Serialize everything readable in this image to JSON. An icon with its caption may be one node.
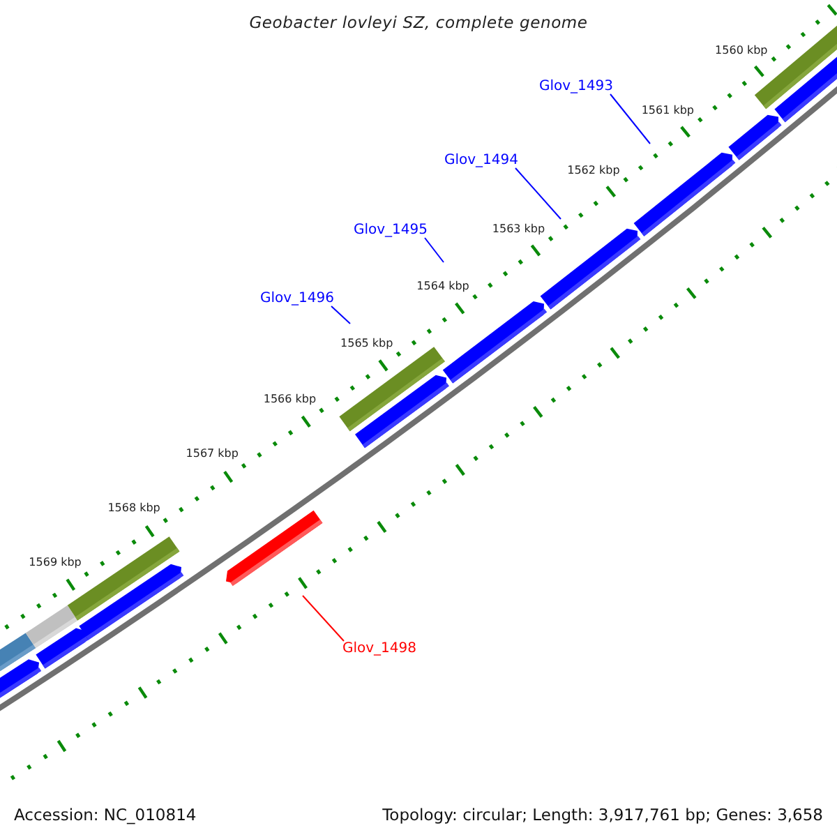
{
  "diagram": {
    "title": "Geobacter lovleyi SZ, complete genome",
    "nodes": [
      {
        "text": [
          "Glov_1493"
        ]
      },
      {
        "text": [
          "Glov_1494"
        ]
      },
      {
        "text": [
          "Glov_1495"
        ]
      },
      {
        "text": [
          "Glov_1496"
        ]
      },
      {
        "text": [
          "Glov_1498"
        ]
      }
    ],
    "edges": [
      {
        "from": 0,
        "to": null,
        "arrow": "none"
      },
      {
        "from": 1,
        "to": null,
        "arrow": "none"
      },
      {
        "from": 2,
        "to": null,
        "arrow": "none"
      },
      {
        "from": 3,
        "to": null,
        "arrow": "none"
      },
      {
        "from": 4,
        "to": null,
        "arrow": "none",
        "color": "#ff0000"
      }
    ],
    "labels": [
      "1560 kbp",
      "1561 kbp",
      "1562 kbp",
      "1563 kbp",
      "1564 kbp",
      "1565 kbp",
      "1566 kbp",
      "1567 kbp",
      "1568 kbp",
      "1569 kbp",
      "Accession: NC_010814",
      "Topology: circular; Length: 3,917,761 bp; Genes: 3,658"
    ]
  }
}
